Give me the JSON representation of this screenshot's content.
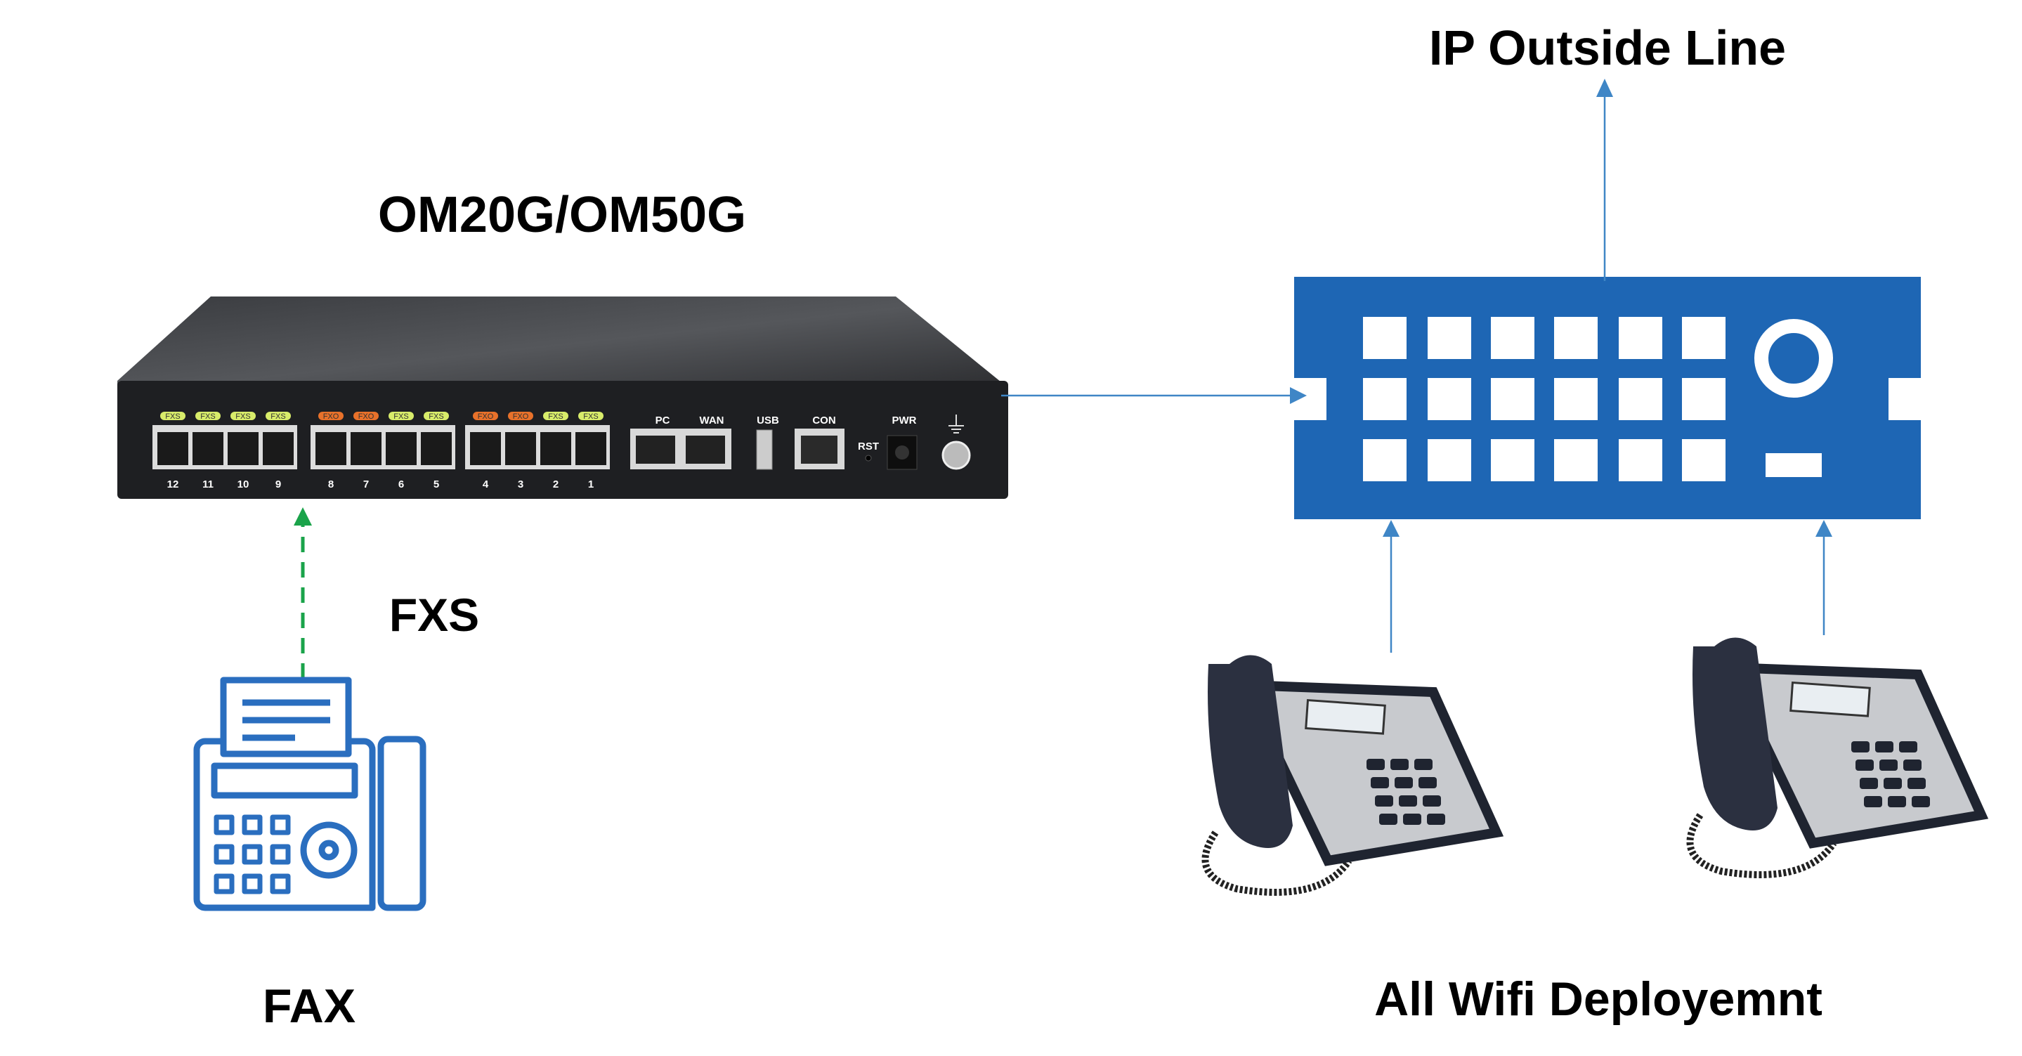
{
  "labels": {
    "device_title": "OM20G/OM50G",
    "ip_outside_line": "IP Outside Line",
    "fxs": "FXS",
    "fax": "FAX",
    "wifi": "All Wifi Deployemnt"
  },
  "device": {
    "port_types": [
      "FXS",
      "FXS",
      "FXS",
      "FXS",
      "FXO",
      "FXO",
      "FXS",
      "FXS",
      "FXO",
      "FXO",
      "FXS",
      "FXS"
    ],
    "port_numbers": [
      "12",
      "11",
      "10",
      "9",
      "8",
      "7",
      "6",
      "5",
      "4",
      "3",
      "2",
      "1"
    ],
    "pc": "PC",
    "wan": "WAN",
    "usb": "USB",
    "con": "CON",
    "rst": "RST",
    "pwr": "PWR"
  },
  "colors": {
    "server_blue": "#1e66b4",
    "line_blue": "#3f86c6",
    "fax_blue": "#2a6ebf",
    "dashed_green": "#1aa34a",
    "fxs_led": "#d8ec6a",
    "fxo_led": "#e8712a"
  }
}
